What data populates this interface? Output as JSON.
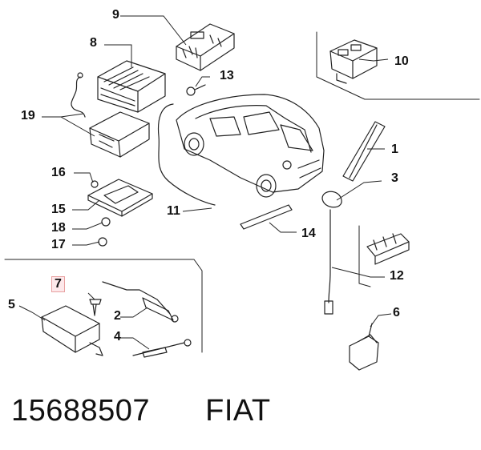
{
  "callouts": {
    "n1": "1",
    "n2": "2",
    "n3": "3",
    "n4": "4",
    "n5": "5",
    "n6": "6",
    "n7": "7",
    "n8": "8",
    "n9": "9",
    "n10": "10",
    "n11": "11",
    "n12": "12",
    "n13": "13",
    "n14": "14",
    "n15": "15",
    "n16": "16",
    "n17": "17",
    "n18": "18",
    "n19": "19"
  },
  "highlighted_callout": "7",
  "highlight_color": "#fde8ea",
  "footer": {
    "part_number": "15688507",
    "brand": "FIAT"
  }
}
